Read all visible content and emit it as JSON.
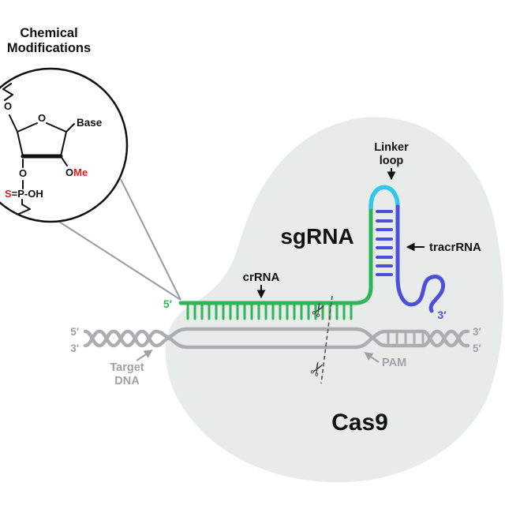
{
  "colors": {
    "green": "#2fb457",
    "cyan": "#33c5ea",
    "blue": "#4c50d9",
    "gray": "#abaeb1",
    "gray_text": "#9da2a6",
    "blob": "#e7ebe9",
    "red": "#e2211c",
    "ink": "#111111",
    "scissors": "#3f3f3f",
    "callout": "#9b9b9b",
    "dash": "#555555"
  },
  "inset": {
    "title_line1": "Chemical",
    "title_line2": "Modifications",
    "ring_o": "O",
    "chain_o": "O",
    "link_o": "O",
    "base": "Base",
    "ome_o": "O",
    "ome_me": "Me",
    "thio_s": "S",
    "thio_rest": "=P-OH"
  },
  "rna": {
    "sgrna": "sgRNA",
    "linker_line1": "Linker",
    "linker_line2": "loop",
    "tracrrna": "tracrRNA",
    "crrna": "crRNA",
    "five_prime": "5′",
    "three_prime": "3′"
  },
  "dna": {
    "label_line1": "Target",
    "label_line2": "DNA",
    "pam": "PAM",
    "left_top": "5′",
    "left_bottom": "3′",
    "right_top": "3′",
    "right_bottom": "5′"
  },
  "protein": {
    "name": "Cas9"
  },
  "icons": {
    "scissors": "✂"
  }
}
